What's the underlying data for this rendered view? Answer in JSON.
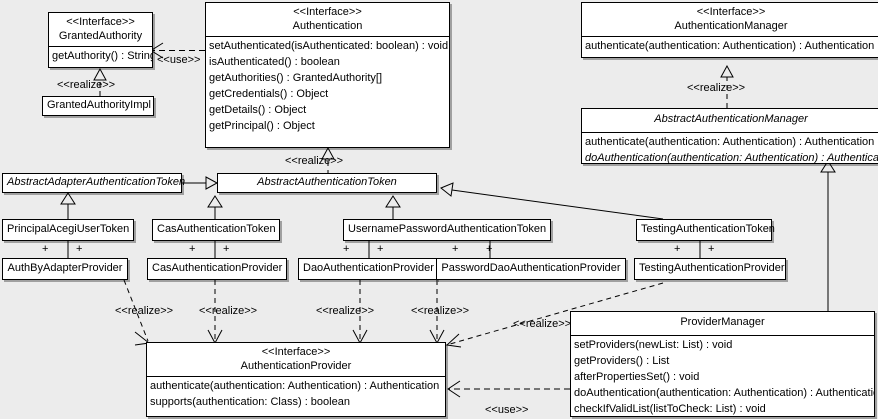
{
  "diagram": {
    "background": "#ececec",
    "line_color": "#000000",
    "box_fill": "#ffffff",
    "stereotype_interface": "<<Interface>>",
    "stereotype_realize": "<<realize>>",
    "stereotype_use": "<<use>>",
    "association_marker": "+"
  },
  "classes": {
    "granted_authority": {
      "stereotype": "<<Interface>>",
      "name": "GrantedAuthority",
      "operations": [
        "getAuthority() : String"
      ]
    },
    "granted_authority_impl": {
      "name": "GrantedAuthorityImpl",
      "operations": []
    },
    "authentication": {
      "stereotype": "<<Interface>>",
      "name": "Authentication",
      "operations": [
        "setAuthenticated(isAuthenticated: boolean) : void",
        "isAuthenticated() : boolean",
        "getAuthorities() : GrantedAuthority[]",
        "getCredentials() : Object",
        "getDetails() : Object",
        "getPrincipal() : Object"
      ]
    },
    "authentication_manager": {
      "stereotype": "<<Interface>>",
      "name": "AuthenticationManager",
      "operations": [
        "authenticate(authentication: Authentication) : Authentication"
      ]
    },
    "abstract_authentication_manager": {
      "name": "AbstractAuthenticationManager",
      "abstract": true,
      "operations": [
        "authenticate(authentication: Authentication) : Authentication",
        "doAuthentication(authentication: Authentication) : Authentication"
      ]
    },
    "abstract_adapter_authentication_token": {
      "name": "AbstractAdapterAuthenticationToken",
      "abstract": true,
      "operations": []
    },
    "abstract_authentication_token": {
      "name": "AbstractAuthenticationToken",
      "abstract": true,
      "operations": []
    },
    "principal_acegi_user_token": {
      "name": "PrincipalAcegiUserToken",
      "operations": []
    },
    "cas_authentication_token": {
      "name": "CasAuthenticationToken",
      "operations": []
    },
    "username_password_authentication_token": {
      "name": "UsernamePasswordAuthenticationToken",
      "operations": []
    },
    "testing_authentication_token": {
      "name": "TestingAuthenticationToken",
      "operations": []
    },
    "auth_by_adapter_provider": {
      "name": "AuthByAdapterProvider",
      "operations": []
    },
    "cas_authentication_provider": {
      "name": "CasAuthenticationProvider",
      "operations": []
    },
    "dao_authentication_provider": {
      "name": "DaoAuthenticationProvider",
      "operations": []
    },
    "password_dao_authentication_provider": {
      "name": "PasswordDaoAuthenticationProvider",
      "operations": []
    },
    "testing_authentication_provider": {
      "name": "TestingAuthenticationProvider",
      "operations": []
    },
    "authentication_provider": {
      "stereotype": "<<Interface>>",
      "name": "AuthenticationProvider",
      "operations": [
        "authenticate(authentication: Authentication) : Authentication",
        "supports(authentication: Class) : boolean"
      ]
    },
    "provider_manager": {
      "name": "ProviderManager",
      "operations": [
        "setProviders(newList: List) : void",
        "getProviders() : List",
        "afterPropertiesSet() : void",
        "doAuthentication(authentication: Authentication) : Authentication",
        "checkIfValidList(listToCheck: List) : void"
      ]
    }
  },
  "relationship_labels": {
    "use_authentication_to_granted_authority": "<<use>>",
    "realize_granted_authority_impl": "<<realize>>",
    "realize_abstract_authentication_token": "<<realize>>",
    "realize_abstract_authentication_manager": "<<realize>>",
    "realize_auth_by_adapter_provider": "<<realize>>",
    "realize_cas_authentication_provider": "<<realize>>",
    "realize_dao_authentication_provider": "<<realize>>",
    "realize_password_dao_authentication_provider": "<<realize>>",
    "realize_testing_authentication_provider": "<<realize>>",
    "use_provider_manager": "<<use>>"
  }
}
